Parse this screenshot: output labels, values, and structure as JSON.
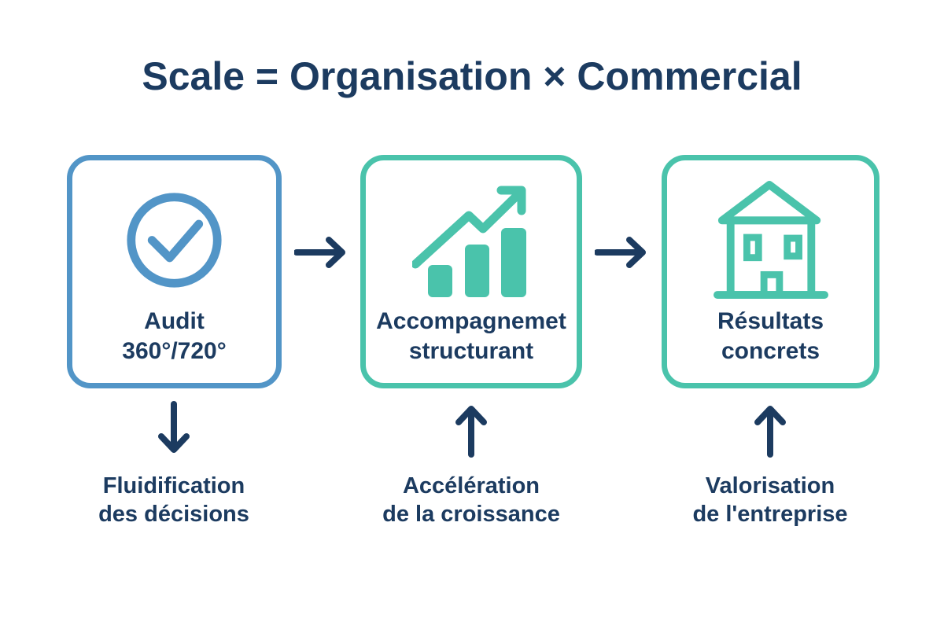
{
  "title": "Scale = Organisation × Commercial",
  "colors": {
    "navy_text": "#1c3b60",
    "blue_accent": "#5295c7",
    "teal_accent": "#4ac3ab",
    "background": "#ffffff"
  },
  "steps": [
    {
      "icon": "checkmark-circle-icon",
      "accent": "#5295c7",
      "label": {
        "line1": "Audit",
        "line2": "360°/720°"
      },
      "outcome": {
        "arrow": "down",
        "line1": "Fluidification",
        "line2": "des décisions"
      }
    },
    {
      "icon": "growth-chart-icon",
      "accent": "#4ac3ab",
      "label": {
        "line1": "Accompagnemet",
        "line2": "structurant"
      },
      "outcome": {
        "arrow": "up",
        "line1": "Accélération",
        "line2": "de la croissance"
      }
    },
    {
      "icon": "house-icon",
      "accent": "#4ac3ab",
      "label": {
        "line1": "Résultats",
        "line2": "concrets"
      },
      "outcome": {
        "arrow": "up",
        "line1": "Valorisation",
        "line2": "de l'entreprise"
      }
    }
  ]
}
